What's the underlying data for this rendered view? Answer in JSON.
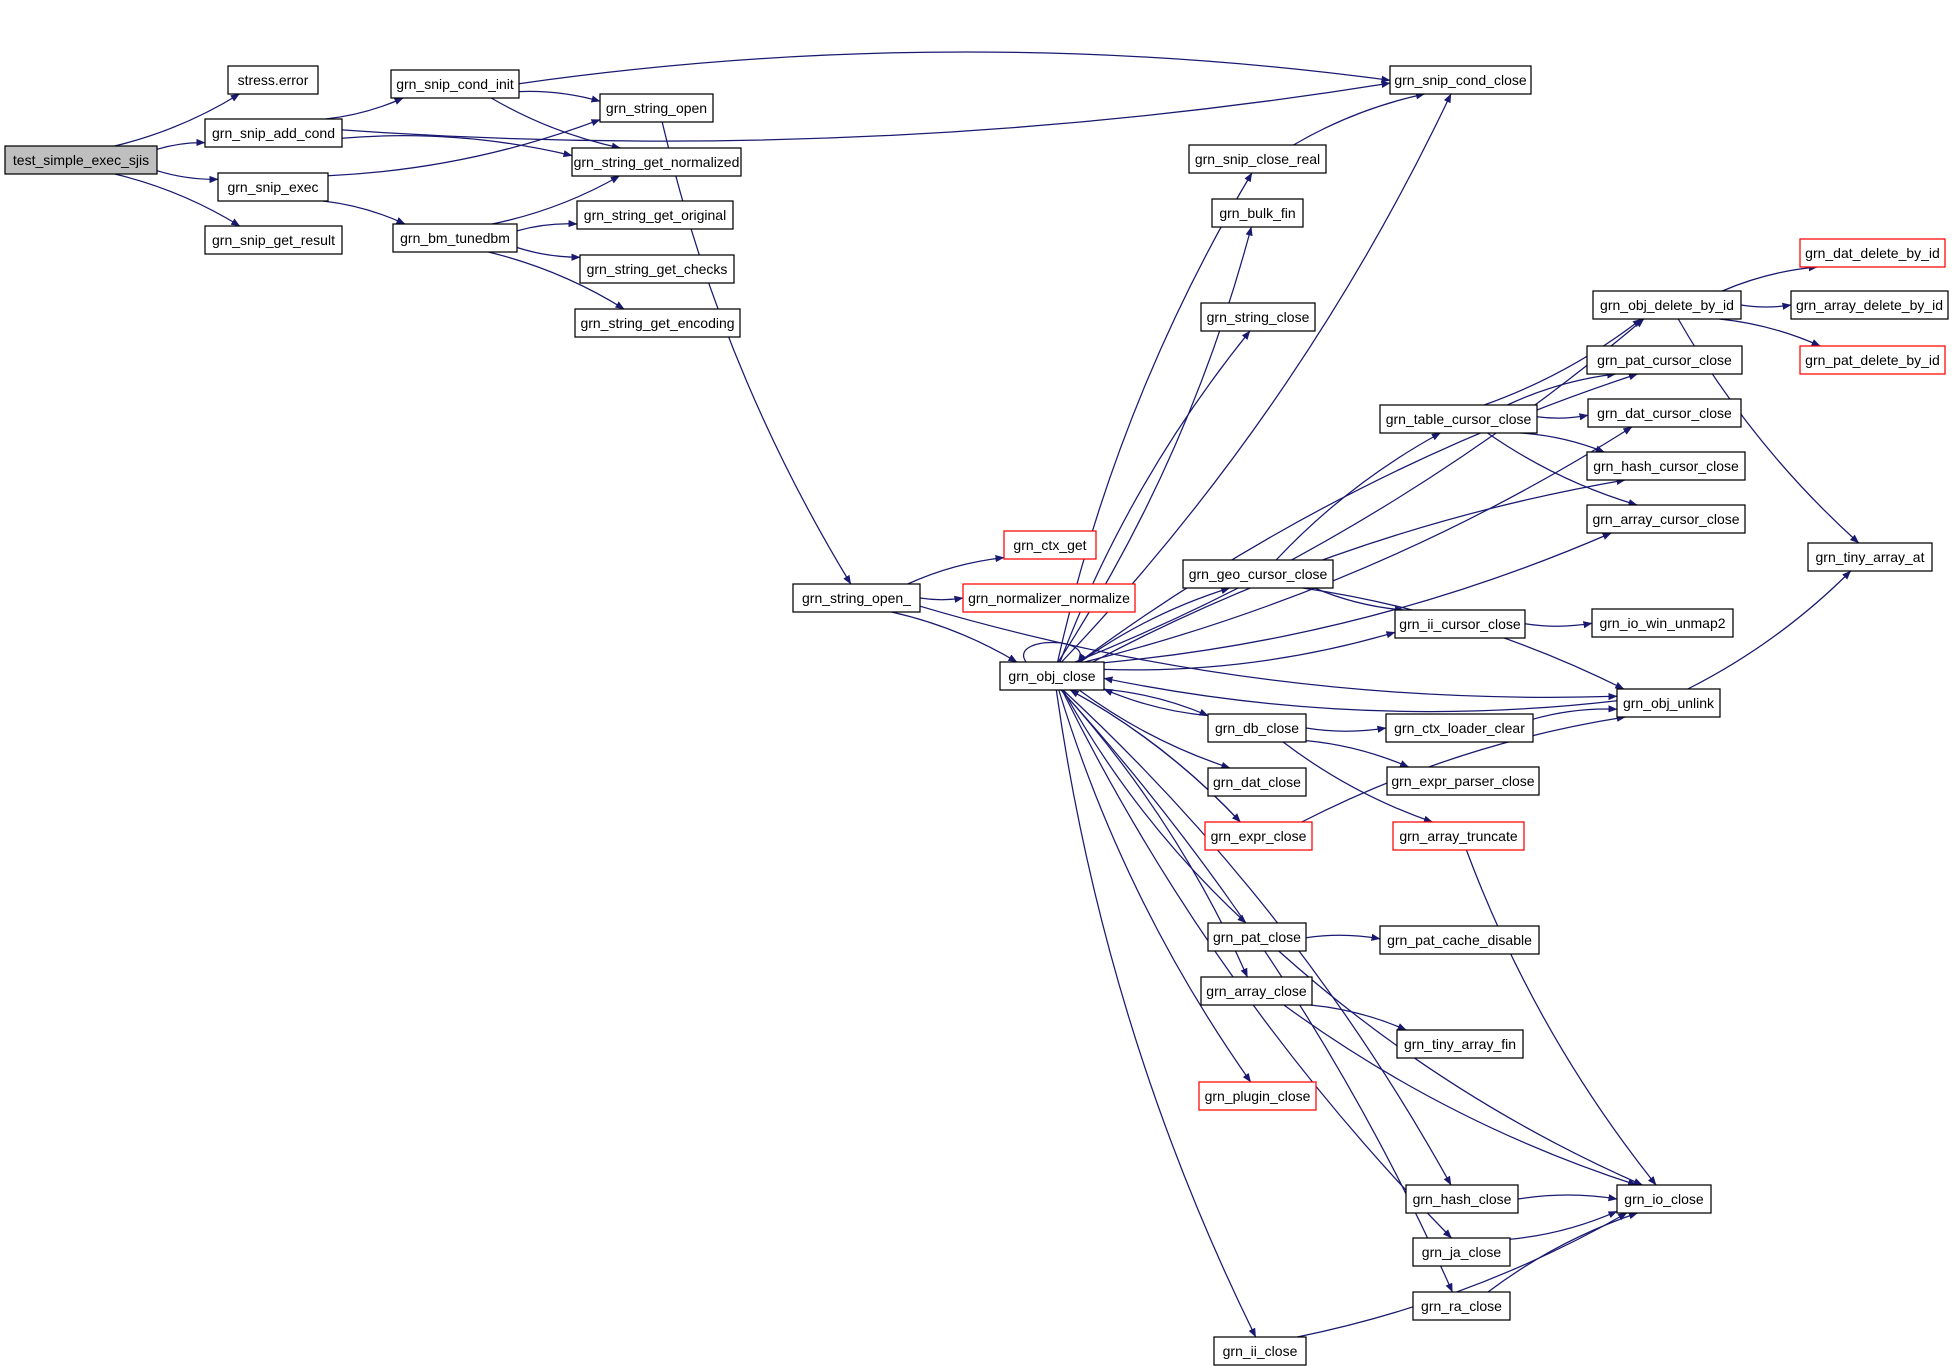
{
  "colors": {
    "edge": "#191970",
    "node_border": "#000000",
    "node_border_external": "#ff0000",
    "root_fill": "#bfbfbf",
    "node_fill": "#ffffff",
    "text": "#000000"
  },
  "root_node": "test_simple_exec_sjis",
  "nodes": [
    {
      "id": "test_simple_exec_sjis",
      "label": "test_simple_exec_sjis",
      "kind": "root"
    },
    {
      "id": "stress_error",
      "label": "stress.error",
      "kind": "normal"
    },
    {
      "id": "grn_snip_add_cond",
      "label": "grn_snip_add_cond",
      "kind": "normal"
    },
    {
      "id": "grn_snip_exec",
      "label": "grn_snip_exec",
      "kind": "normal"
    },
    {
      "id": "grn_snip_get_result",
      "label": "grn_snip_get_result",
      "kind": "normal"
    },
    {
      "id": "grn_snip_cond_init",
      "label": "grn_snip_cond_init",
      "kind": "normal"
    },
    {
      "id": "grn_bm_tunedbm",
      "label": "grn_bm_tunedbm",
      "kind": "normal"
    },
    {
      "id": "grn_string_open",
      "label": "grn_string_open",
      "kind": "normal"
    },
    {
      "id": "grn_string_get_normalized",
      "label": "grn_string_get_normalized",
      "kind": "normal"
    },
    {
      "id": "grn_string_get_original",
      "label": "grn_string_get_original",
      "kind": "normal"
    },
    {
      "id": "grn_string_get_checks",
      "label": "grn_string_get_checks",
      "kind": "normal"
    },
    {
      "id": "grn_string_get_encoding",
      "label": "grn_string_get_encoding",
      "kind": "normal"
    },
    {
      "id": "grn_string_open_",
      "label": "grn_string_open_",
      "kind": "normal"
    },
    {
      "id": "grn_ctx_get",
      "label": "grn_ctx_get",
      "kind": "external"
    },
    {
      "id": "grn_normalizer_normalize",
      "label": "grn_normalizer_normalize",
      "kind": "external"
    },
    {
      "id": "grn_obj_close",
      "label": "grn_obj_close",
      "kind": "normal"
    },
    {
      "id": "grn_snip_cond_close",
      "label": "grn_snip_cond_close",
      "kind": "normal"
    },
    {
      "id": "grn_snip_close_real",
      "label": "grn_snip_close_real",
      "kind": "normal"
    },
    {
      "id": "grn_bulk_fin",
      "label": "grn_bulk_fin",
      "kind": "normal"
    },
    {
      "id": "grn_string_close",
      "label": "grn_string_close",
      "kind": "normal"
    },
    {
      "id": "grn_table_cursor_close",
      "label": "grn_table_cursor_close",
      "kind": "normal"
    },
    {
      "id": "grn_geo_cursor_close",
      "label": "grn_geo_cursor_close",
      "kind": "normal"
    },
    {
      "id": "grn_ii_cursor_close",
      "label": "grn_ii_cursor_close",
      "kind": "normal"
    },
    {
      "id": "grn_db_close",
      "label": "grn_db_close",
      "kind": "normal"
    },
    {
      "id": "grn_ctx_loader_clear",
      "label": "grn_ctx_loader_clear",
      "kind": "normal"
    },
    {
      "id": "grn_expr_parser_close",
      "label": "grn_expr_parser_close",
      "kind": "normal"
    },
    {
      "id": "grn_array_truncate",
      "label": "grn_array_truncate",
      "kind": "external"
    },
    {
      "id": "grn_dat_close",
      "label": "grn_dat_close",
      "kind": "normal"
    },
    {
      "id": "grn_expr_close",
      "label": "grn_expr_close",
      "kind": "external"
    },
    {
      "id": "grn_pat_close",
      "label": "grn_pat_close",
      "kind": "normal"
    },
    {
      "id": "grn_pat_cache_disable",
      "label": "grn_pat_cache_disable",
      "kind": "normal"
    },
    {
      "id": "grn_array_close",
      "label": "grn_array_close",
      "kind": "normal"
    },
    {
      "id": "grn_tiny_array_fin",
      "label": "grn_tiny_array_fin",
      "kind": "normal"
    },
    {
      "id": "grn_plugin_close",
      "label": "grn_plugin_close",
      "kind": "external"
    },
    {
      "id": "grn_hash_close",
      "label": "grn_hash_close",
      "kind": "normal"
    },
    {
      "id": "grn_ja_close",
      "label": "grn_ja_close",
      "kind": "normal"
    },
    {
      "id": "grn_ra_close",
      "label": "grn_ra_close",
      "kind": "normal"
    },
    {
      "id": "grn_ii_close",
      "label": "grn_ii_close",
      "kind": "normal"
    },
    {
      "id": "grn_io_close",
      "label": "grn_io_close",
      "kind": "normal"
    },
    {
      "id": "grn_io_win_unmap2",
      "label": "grn_io_win_unmap2",
      "kind": "normal"
    },
    {
      "id": "grn_obj_unlink",
      "label": "grn_obj_unlink",
      "kind": "normal"
    },
    {
      "id": "grn_obj_delete_by_id",
      "label": "grn_obj_delete_by_id",
      "kind": "normal"
    },
    {
      "id": "grn_pat_cursor_close",
      "label": "grn_pat_cursor_close",
      "kind": "normal"
    },
    {
      "id": "grn_dat_cursor_close",
      "label": "grn_dat_cursor_close",
      "kind": "normal"
    },
    {
      "id": "grn_hash_cursor_close",
      "label": "grn_hash_cursor_close",
      "kind": "normal"
    },
    {
      "id": "grn_array_cursor_close",
      "label": "grn_array_cursor_close",
      "kind": "normal"
    },
    {
      "id": "grn_dat_delete_by_id",
      "label": "grn_dat_delete_by_id",
      "kind": "external"
    },
    {
      "id": "grn_array_delete_by_id",
      "label": "grn_array_delete_by_id",
      "kind": "normal"
    },
    {
      "id": "grn_pat_delete_by_id",
      "label": "grn_pat_delete_by_id",
      "kind": "external"
    },
    {
      "id": "grn_tiny_array_at",
      "label": "grn_tiny_array_at",
      "kind": "normal"
    }
  ],
  "edges": [
    [
      "test_simple_exec_sjis",
      "stress_error"
    ],
    [
      "test_simple_exec_sjis",
      "grn_snip_add_cond"
    ],
    [
      "test_simple_exec_sjis",
      "grn_snip_exec"
    ],
    [
      "test_simple_exec_sjis",
      "grn_snip_get_result"
    ],
    [
      "grn_snip_add_cond",
      "grn_snip_cond_init"
    ],
    [
      "grn_snip_add_cond",
      "grn_string_get_normalized"
    ],
    [
      "grn_snip_add_cond",
      "grn_snip_cond_close"
    ],
    [
      "grn_snip_cond_init",
      "grn_string_open"
    ],
    [
      "grn_snip_cond_init",
      "grn_string_get_normalized"
    ],
    [
      "grn_snip_cond_init",
      "grn_snip_cond_close"
    ],
    [
      "grn_snip_exec",
      "grn_string_open"
    ],
    [
      "grn_snip_exec",
      "grn_bm_tunedbm"
    ],
    [
      "grn_bm_tunedbm",
      "grn_string_get_normalized"
    ],
    [
      "grn_bm_tunedbm",
      "grn_string_get_original"
    ],
    [
      "grn_bm_tunedbm",
      "grn_string_get_checks"
    ],
    [
      "grn_bm_tunedbm",
      "grn_string_get_encoding"
    ],
    [
      "grn_string_open",
      "grn_string_open_"
    ],
    [
      "grn_string_open_",
      "grn_ctx_get"
    ],
    [
      "grn_string_open_",
      "grn_normalizer_normalize"
    ],
    [
      "grn_string_open_",
      "grn_obj_close"
    ],
    [
      "grn_string_open_",
      "grn_obj_unlink"
    ],
    [
      "grn_obj_close",
      "grn_obj_close"
    ],
    [
      "grn_obj_close",
      "grn_snip_cond_close"
    ],
    [
      "grn_obj_close",
      "grn_snip_close_real"
    ],
    [
      "grn_obj_close",
      "grn_bulk_fin"
    ],
    [
      "grn_obj_close",
      "grn_string_close"
    ],
    [
      "grn_obj_close",
      "grn_obj_delete_by_id"
    ],
    [
      "grn_obj_close",
      "grn_pat_cursor_close"
    ],
    [
      "grn_obj_close",
      "grn_dat_cursor_close"
    ],
    [
      "grn_obj_close",
      "grn_hash_cursor_close"
    ],
    [
      "grn_obj_close",
      "grn_array_cursor_close"
    ],
    [
      "grn_obj_close",
      "grn_geo_cursor_close"
    ],
    [
      "grn_obj_close",
      "grn_ii_cursor_close"
    ],
    [
      "grn_obj_close",
      "grn_db_close"
    ],
    [
      "grn_obj_close",
      "grn_dat_close"
    ],
    [
      "grn_obj_close",
      "grn_expr_close"
    ],
    [
      "grn_obj_close",
      "grn_pat_close"
    ],
    [
      "grn_obj_close",
      "grn_array_close"
    ],
    [
      "grn_obj_close",
      "grn_plugin_close"
    ],
    [
      "grn_obj_close",
      "grn_hash_close"
    ],
    [
      "grn_obj_close",
      "grn_ja_close"
    ],
    [
      "grn_obj_close",
      "grn_ra_close"
    ],
    [
      "grn_obj_close",
      "grn_ii_close"
    ],
    [
      "grn_snip_close_real",
      "grn_snip_cond_close"
    ],
    [
      "grn_table_cursor_close",
      "grn_obj_delete_by_id"
    ],
    [
      "grn_table_cursor_close",
      "grn_pat_cursor_close"
    ],
    [
      "grn_table_cursor_close",
      "grn_dat_cursor_close"
    ],
    [
      "grn_table_cursor_close",
      "grn_hash_cursor_close"
    ],
    [
      "grn_table_cursor_close",
      "grn_array_cursor_close"
    ],
    [
      "grn_geo_cursor_close",
      "grn_table_cursor_close"
    ],
    [
      "grn_geo_cursor_close",
      "grn_ii_cursor_close"
    ],
    [
      "grn_geo_cursor_close",
      "grn_obj_unlink"
    ],
    [
      "grn_ii_cursor_close",
      "grn_io_win_unmap2"
    ],
    [
      "grn_db_close",
      "grn_obj_close"
    ],
    [
      "grn_db_close",
      "grn_ctx_loader_clear"
    ],
    [
      "grn_db_close",
      "grn_expr_parser_close"
    ],
    [
      "grn_db_close",
      "grn_array_truncate"
    ],
    [
      "grn_ctx_loader_clear",
      "grn_obj_unlink"
    ],
    [
      "grn_expr_close",
      "grn_obj_close"
    ],
    [
      "grn_expr_close",
      "grn_obj_unlink"
    ],
    [
      "grn_array_truncate",
      "grn_io_close"
    ],
    [
      "grn_pat_close",
      "grn_pat_cache_disable"
    ],
    [
      "grn_pat_close",
      "grn_io_close"
    ],
    [
      "grn_array_close",
      "grn_tiny_array_fin"
    ],
    [
      "grn_array_close",
      "grn_io_close"
    ],
    [
      "grn_hash_close",
      "grn_io_close"
    ],
    [
      "grn_ja_close",
      "grn_io_close"
    ],
    [
      "grn_ra_close",
      "grn_io_close"
    ],
    [
      "grn_ii_close",
      "grn_io_close"
    ],
    [
      "grn_obj_unlink",
      "grn_obj_close"
    ],
    [
      "grn_obj_unlink",
      "grn_tiny_array_at"
    ],
    [
      "grn_obj_delete_by_id",
      "grn_dat_delete_by_id"
    ],
    [
      "grn_obj_delete_by_id",
      "grn_array_delete_by_id"
    ],
    [
      "grn_obj_delete_by_id",
      "grn_pat_delete_by_id"
    ],
    [
      "grn_obj_delete_by_id",
      "grn_tiny_array_at"
    ]
  ]
}
